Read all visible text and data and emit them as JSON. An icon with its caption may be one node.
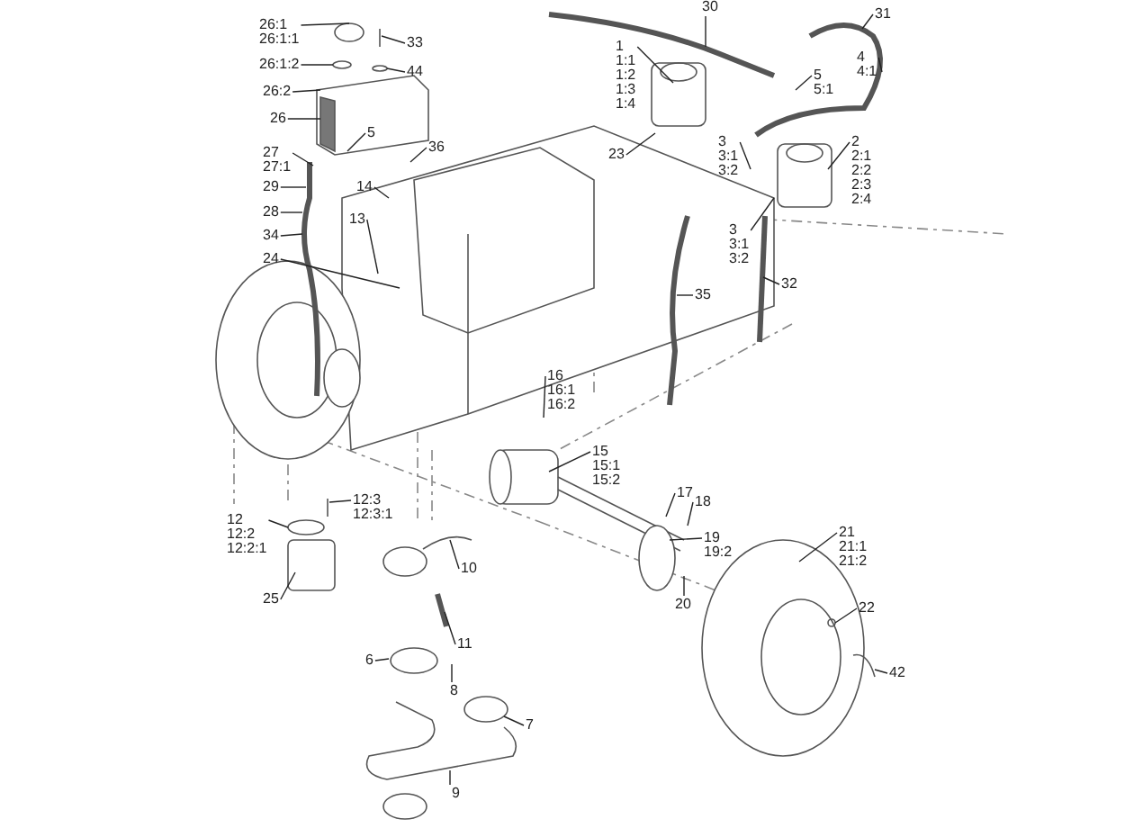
{
  "diagram": {
    "nodes": [
      {
        "text": [
          "26:1",
          "26:1:1"
        ]
      },
      {
        "text": [
          "26:1:2"
        ]
      },
      {
        "text": [
          "26:2"
        ]
      },
      {
        "text": [
          "26"
        ]
      },
      {
        "text": [
          "33"
        ]
      },
      {
        "text": [
          "44"
        ]
      },
      {
        "text": [
          "27",
          "27:1"
        ]
      },
      {
        "text": [
          "5"
        ]
      },
      {
        "text": [
          "36"
        ]
      },
      {
        "text": [
          "14"
        ]
      },
      {
        "text": [
          "13"
        ]
      },
      {
        "text": [
          "29"
        ]
      },
      {
        "text": [
          "28"
        ]
      },
      {
        "text": [
          "34"
        ]
      },
      {
        "text": [
          "24"
        ]
      },
      {
        "text": [
          "30"
        ]
      },
      {
        "text": [
          "31"
        ]
      },
      {
        "text": [
          "1",
          "1:1",
          "1:2",
          "1:3",
          "1:4"
        ]
      },
      {
        "text": [
          "23"
        ]
      },
      {
        "text": [
          "5",
          "5:1"
        ]
      },
      {
        "text": [
          "4",
          "4:1"
        ]
      },
      {
        "text": [
          "3",
          "3:1",
          "3:2"
        ]
      },
      {
        "text": [
          "2",
          "2:1",
          "2:2",
          "2:3",
          "2:4"
        ]
      },
      {
        "text": [
          "3",
          "3:1",
          "3:2"
        ]
      },
      {
        "text": [
          "35"
        ]
      },
      {
        "text": [
          "32"
        ]
      },
      {
        "text": [
          "16",
          "16:1",
          "16:2"
        ]
      },
      {
        "text": [
          "15",
          "15:1",
          "15:2"
        ]
      },
      {
        "text": [
          "17"
        ]
      },
      {
        "text": [
          "18"
        ]
      },
      {
        "text": [
          "19",
          "19:2"
        ]
      },
      {
        "text": [
          "20"
        ]
      },
      {
        "text": [
          "21",
          "21:1",
          "21:2"
        ]
      },
      {
        "text": [
          "22"
        ]
      },
      {
        "text": [
          "42"
        ]
      },
      {
        "text": [
          "12",
          "12:2",
          "12:2:1"
        ]
      },
      {
        "text": [
          "12:3",
          "12:3:1"
        ]
      },
      {
        "text": [
          "25"
        ]
      },
      {
        "text": [
          "10"
        ]
      },
      {
        "text": [
          "11"
        ]
      },
      {
        "text": [
          "6"
        ]
      },
      {
        "text": [
          "8"
        ]
      },
      {
        "text": [
          "7"
        ]
      },
      {
        "text": [
          "9"
        ]
      }
    ],
    "edges": [
      {
        "from": 0,
        "to": null,
        "arrow": "none"
      },
      {
        "from": 1,
        "to": null,
        "arrow": "none"
      },
      {
        "from": 2,
        "to": null,
        "arrow": "none"
      },
      {
        "from": 3,
        "to": null,
        "arrow": "none"
      },
      {
        "from": 4,
        "to": null,
        "arrow": "none"
      },
      {
        "from": 5,
        "to": null,
        "arrow": "none"
      },
      {
        "from": 6,
        "to": null,
        "arrow": "none"
      },
      {
        "from": 7,
        "to": null,
        "arrow": "none"
      },
      {
        "from": 8,
        "to": null,
        "arrow": "none"
      },
      {
        "from": 9,
        "to": null,
        "arrow": "none"
      },
      {
        "from": 10,
        "to": null,
        "arrow": "none"
      },
      {
        "from": 11,
        "to": null,
        "arrow": "none"
      },
      {
        "from": 12,
        "to": null,
        "arrow": "none"
      },
      {
        "from": 13,
        "to": null,
        "arrow": "none"
      },
      {
        "from": 14,
        "to": null,
        "arrow": "none"
      },
      {
        "from": 15,
        "to": null,
        "arrow": "none"
      },
      {
        "from": 16,
        "to": null,
        "arrow": "none"
      },
      {
        "from": 17,
        "to": null,
        "arrow": "none"
      },
      {
        "from": 18,
        "to": null,
        "arrow": "none"
      },
      {
        "from": 19,
        "to": null,
        "arrow": "none"
      },
      {
        "from": 20,
        "to": null,
        "arrow": "none"
      },
      {
        "from": 21,
        "to": null,
        "arrow": "none"
      },
      {
        "from": 22,
        "to": null,
        "arrow": "none"
      },
      {
        "from": 23,
        "to": null,
        "arrow": "none"
      },
      {
        "from": 24,
        "to": null,
        "arrow": "none"
      },
      {
        "from": 25,
        "to": null,
        "arrow": "none"
      },
      {
        "from": 26,
        "to": null,
        "arrow": "none"
      },
      {
        "from": 27,
        "to": null,
        "arrow": "none"
      },
      {
        "from": 28,
        "to": null,
        "arrow": "none"
      },
      {
        "from": 29,
        "to": null,
        "arrow": "none"
      },
      {
        "from": 30,
        "to": null,
        "arrow": "none"
      },
      {
        "from": 31,
        "to": null,
        "arrow": "none"
      },
      {
        "from": 32,
        "to": null,
        "arrow": "none"
      },
      {
        "from": 33,
        "to": null,
        "arrow": "none"
      },
      {
        "from": 34,
        "to": null,
        "arrow": "none"
      },
      {
        "from": 35,
        "to": null,
        "arrow": "none"
      },
      {
        "from": 36,
        "to": null,
        "arrow": "none"
      },
      {
        "from": 37,
        "to": null,
        "arrow": "none"
      },
      {
        "from": 38,
        "to": null,
        "arrow": "none"
      },
      {
        "from": 39,
        "to": null,
        "arrow": "none"
      },
      {
        "from": 40,
        "to": null,
        "arrow": "none"
      },
      {
        "from": 41,
        "to": null,
        "arrow": "none"
      },
      {
        "from": 42,
        "to": null,
        "arrow": "none"
      },
      {
        "from": 43,
        "to": null,
        "arrow": "none"
      }
    ]
  }
}
